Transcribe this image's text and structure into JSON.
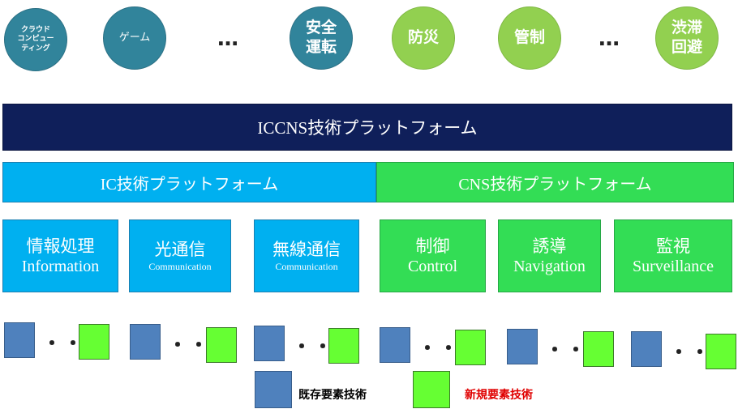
{
  "apps": [
    {
      "label": "クラウド\nコンピュー\nティング",
      "color": "teal",
      "size": 9
    },
    {
      "label": "ゲーム",
      "color": "teal",
      "size": 13
    },
    {
      "label": "安全\n運転",
      "color": "teal",
      "size": 19
    },
    {
      "label": "防災",
      "color": "green",
      "size": 19
    },
    {
      "label": "管制",
      "color": "green",
      "size": 19
    },
    {
      "label": "渋滞\n回避",
      "color": "green",
      "size": 19
    }
  ],
  "ellipsis": "…",
  "platform": {
    "iccns": "ICCNS技術プラットフォーム",
    "ic": "IC技術プラットフォーム",
    "cns": "CNS技術プラットフォーム"
  },
  "technologies": [
    {
      "jp": "情報処理",
      "en": "Information",
      "en_size": "big",
      "color": "blue"
    },
    {
      "jp": "光通信",
      "en": "Communication",
      "en_size": "small",
      "color": "blue"
    },
    {
      "jp": "無線通信",
      "en": "Communication",
      "en_size": "small",
      "color": "blue"
    },
    {
      "jp": "制御",
      "en": "Control",
      "en_size": "big",
      "color": "green"
    },
    {
      "jp": "誘導",
      "en": "Navigation",
      "en_size": "big",
      "color": "green"
    },
    {
      "jp": "監視",
      "en": "Surveillance",
      "en_size": "big",
      "color": "green"
    }
  ],
  "element_dots": "・・・",
  "legend": {
    "existing": "既存要素技術",
    "new": "新規要素技術",
    "existing_color": "#000000",
    "new_color": "#e00000"
  },
  "colors": {
    "iccns_bar": "#0f1f5a",
    "ic_bar": "#00b0f0",
    "cns_bar": "#33dd55",
    "teal_circle": "#31849b",
    "green_circle": "#92d050",
    "existing_square": "#4f81bd",
    "new_square": "#66ff33"
  }
}
